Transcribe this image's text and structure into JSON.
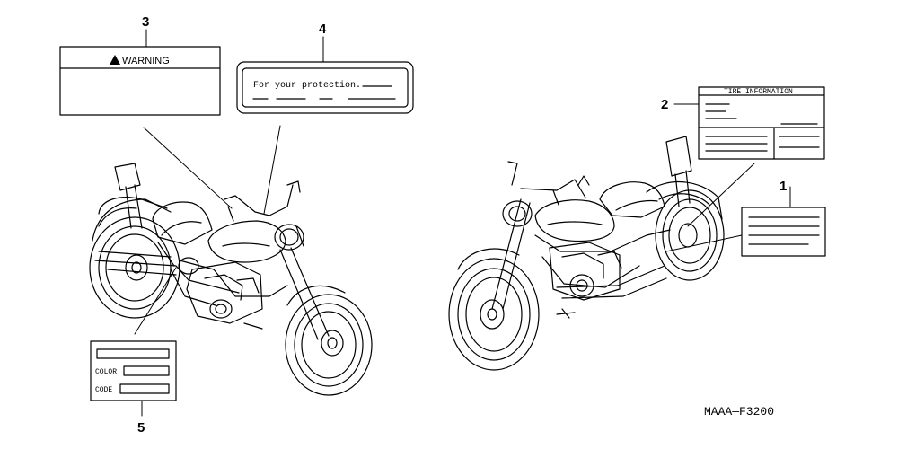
{
  "callouts": [
    "3",
    "4",
    "2",
    "1",
    "5"
  ],
  "labels": {
    "warning": "WARNING",
    "protection": "For your protection.",
    "tire_info": "TIRE INFORMATION",
    "color": "COLOR",
    "code": "CODE"
  },
  "diagram_code": "MAAA—F3200"
}
